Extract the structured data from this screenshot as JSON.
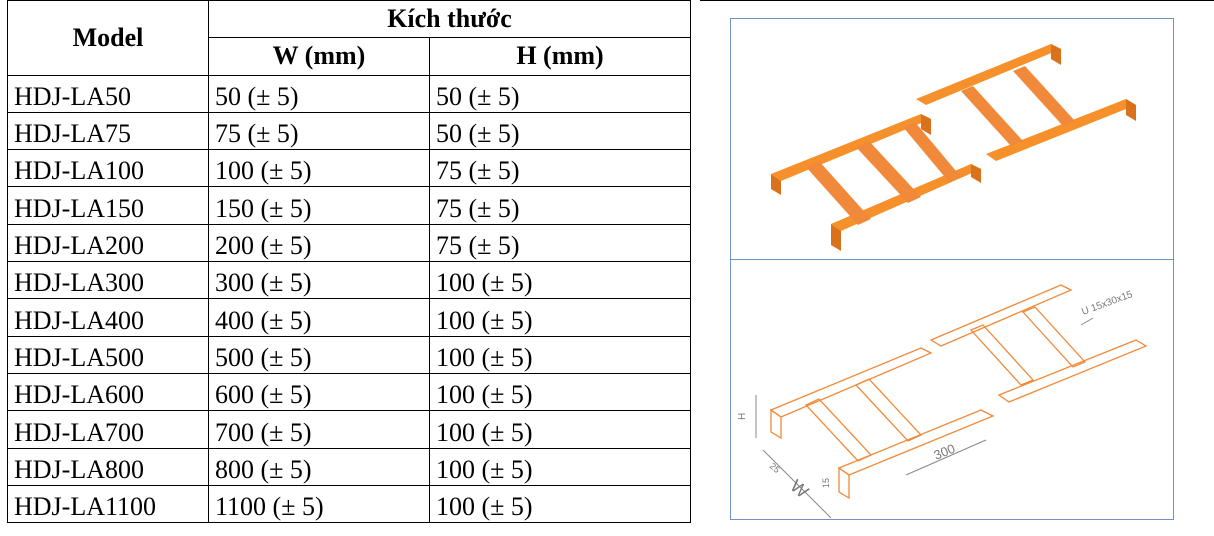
{
  "table": {
    "header": {
      "model": "Model",
      "size_group": "Kích thước",
      "width": "W (mm)",
      "height": "H (mm)"
    },
    "rows": [
      {
        "model": "HDJ-LA50",
        "width": "50 (± 5)",
        "height": "50 (± 5)"
      },
      {
        "model": "HDJ-LA75",
        "width": "75 (± 5)",
        "height": "50 (± 5)"
      },
      {
        "model": "HDJ-LA100",
        "width": "100 (± 5)",
        "height": "75 (± 5)"
      },
      {
        "model": "HDJ-LA150",
        "width": "150 (± 5)",
        "height": "75 (± 5)"
      },
      {
        "model": "HDJ-LA200",
        "width": "200 (± 5)",
        "height": "75 (± 5)"
      },
      {
        "model": "HDJ-LA300",
        "width": "300 (± 5)",
        "height": "100 (± 5)"
      },
      {
        "model": "HDJ-LA400",
        "width": "400 (± 5)",
        "height": "100 (± 5)"
      },
      {
        "model": "HDJ-LA500",
        "width": "500 (± 5)",
        "height": "100 (± 5)"
      },
      {
        "model": "HDJ-LA600",
        "width": "600 (± 5)",
        "height": "100 (± 5)"
      },
      {
        "model": "HDJ-LA700",
        "width": "700 (± 5)",
        "height": "100 (± 5)"
      },
      {
        "model": "HDJ-LA800",
        "width": "800 (± 5)",
        "height": "100 (± 5)"
      },
      {
        "model": "HDJ-LA1100",
        "width": "1100 (± 5)",
        "height": "100 (± 5)"
      }
    ]
  },
  "figure": {
    "dimension_labels": {
      "rung": "U 15x30x15",
      "spacing": "300",
      "width": "W",
      "height": "H",
      "flange": "25",
      "lip": "15"
    },
    "colors": {
      "tray_fill": "#f5902a",
      "tray_dark": "#d9721a",
      "outline": "#f08a3a",
      "frame": "#6f94c4"
    }
  }
}
